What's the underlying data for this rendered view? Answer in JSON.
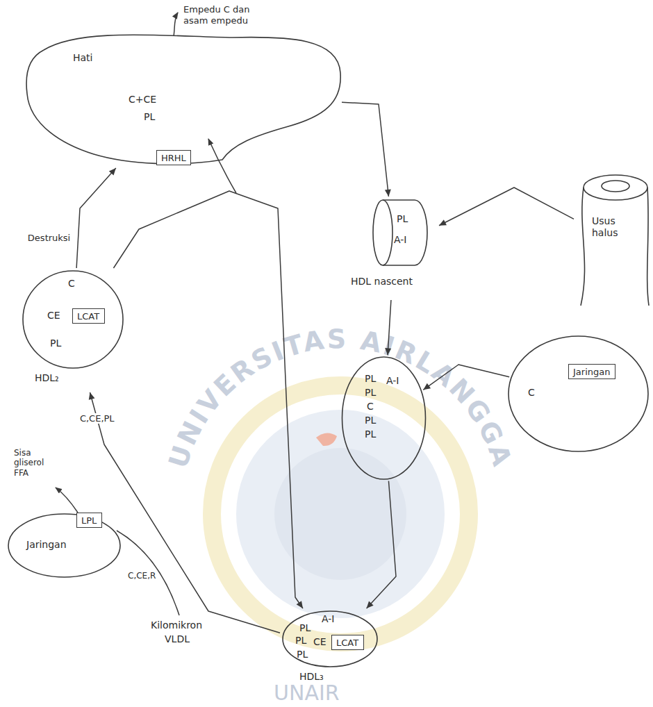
{
  "diagram": {
    "nodes": [
      {
        "text": [
          "Hati",
          "C+CE",
          "PL"
        ]
      },
      {
        "text": [
          "HRHL"
        ],
        "in": 0
      },
      {
        "text": [
          "PL",
          "A-I",
          "HDL nascent"
        ]
      },
      {
        "text": [
          "Usus halus"
        ]
      },
      {
        "text": [
          "C"
        ]
      },
      {
        "text": [
          "Jaringan"
        ],
        "in": 4
      },
      {
        "text": [
          "PL",
          "PL",
          "C",
          "PL",
          "PL",
          "A-I"
        ]
      },
      {
        "text": [
          "A-I",
          "PL",
          "PL",
          "CE",
          "PL",
          "HDL₃"
        ]
      },
      {
        "text": [
          "LCAT"
        ],
        "in": 7
      },
      {
        "text": [
          "C",
          "CE",
          "PL",
          "HDL₂"
        ]
      },
      {
        "text": [
          "LCAT"
        ],
        "in": 9
      },
      {
        "text": [
          "Jaringan"
        ]
      },
      {
        "text": [
          "LPL"
        ],
        "in": 11
      }
    ],
    "edges": [
      {
        "from": 0,
        "to": 2,
        "arrow": "to"
      },
      {
        "from": 3,
        "to": 2,
        "arrow": "to"
      },
      {
        "from": 2,
        "to": 6,
        "arrow": "to"
      },
      {
        "from": 4,
        "to": 6,
        "arrow": "to"
      },
      {
        "from": 6,
        "to": 7,
        "arrow": "to"
      },
      {
        "from": 7,
        "to": 9,
        "label": "C,CE,PL",
        "arrow": "to"
      },
      {
        "from": 9,
        "to": 0,
        "label": "Destruksi",
        "arrow": "to"
      },
      {
        "from": 9,
        "to": 7,
        "arrow": "to"
      }
    ],
    "labels": [
      "Empedu C dan asam empedu",
      "Sisa gliserol FFA",
      "C,CE,R",
      "Kilomikron",
      "VLDL",
      "UNIVERSITAS AIRLANGGA",
      "UNAIR"
    ]
  }
}
